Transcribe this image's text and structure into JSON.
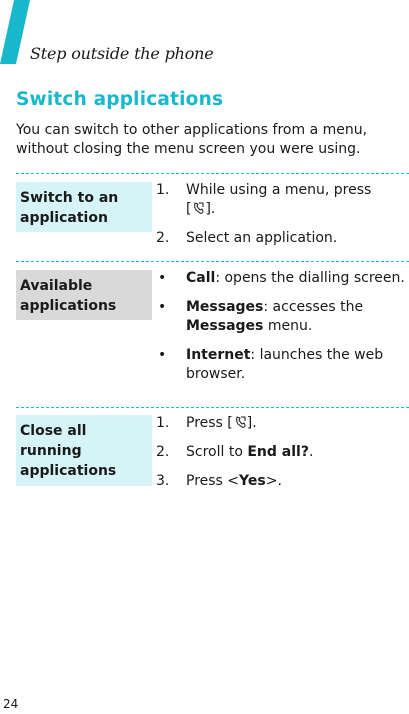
{
  "header": {
    "title": "Step outside the phone",
    "accent_color": "#18b8cc"
  },
  "section": {
    "title": "Switch applications",
    "intro": "You can switch to other applications from a menu, without closing the menu screen you were using."
  },
  "switch_block": {
    "label": "Switch to an application",
    "step1_num": "1.",
    "step1_a": "While using a menu, press",
    "step1_open": "[",
    "step1_close": "].",
    "step2_num": "2.",
    "step2": "Select an application."
  },
  "available_block": {
    "label": "Available applications",
    "bullet": "•",
    "items": [
      {
        "name": "Call",
        "desc": ": opens the dialling screen."
      },
      {
        "name": "Messages",
        "desc": ": accesses the ",
        "name2": "Messages",
        "desc2": " menu."
      },
      {
        "name": "Internet",
        "desc": ": launches the web browser."
      }
    ]
  },
  "close_block": {
    "label": "Close all running applications",
    "step1_num": "1.",
    "step1_a": "Press [",
    "step1_close": "].",
    "step2_num": "2.",
    "step2_a": "Scroll to ",
    "step2_b": "End all?",
    "step2_c": ".",
    "step3_num": "3.",
    "step3_a": "Press <",
    "step3_b": "Yes",
    "step3_c": ">."
  },
  "page_number": "24",
  "icons": {
    "key": "multitasking-key-icon"
  }
}
